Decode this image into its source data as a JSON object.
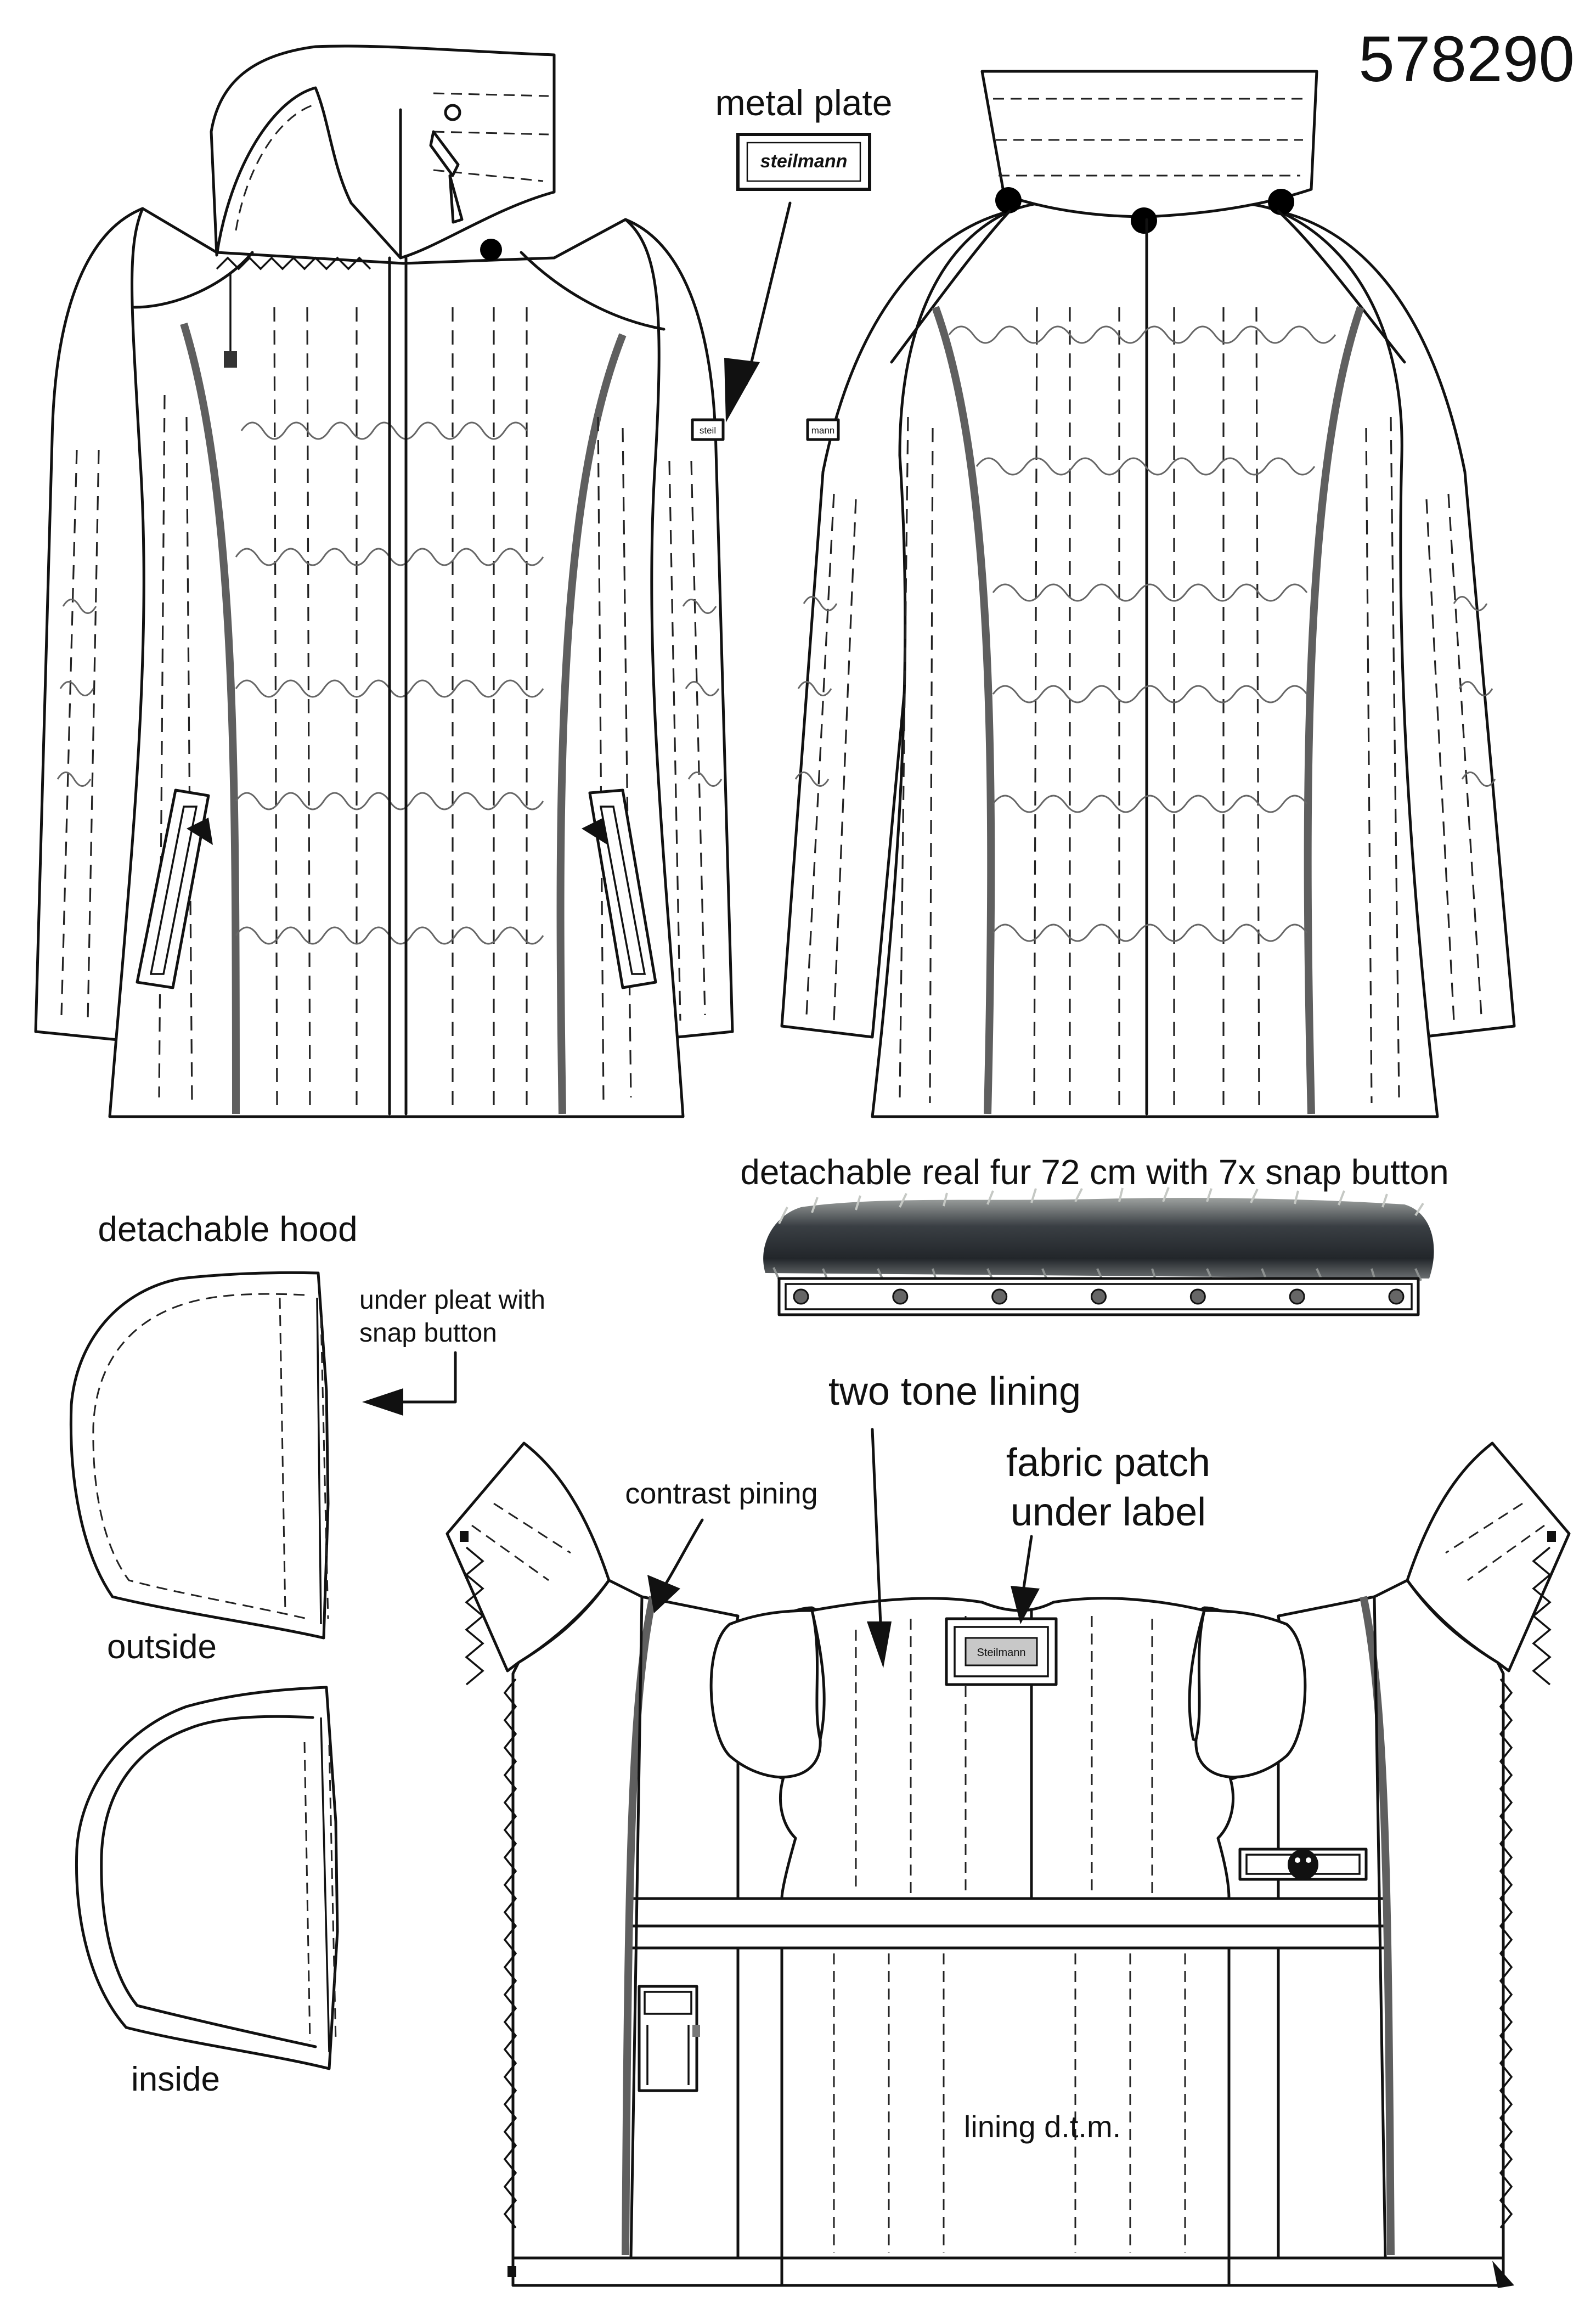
{
  "header": {
    "article_number": "578290"
  },
  "callouts": {
    "metal_plate": "metal plate",
    "metal_plate_logo": "steilmann",
    "sleeve_badge_front": "steil",
    "sleeve_badge_back": "mann",
    "detachable_fur": "detachable real fur 72 cm with 7x snap button",
    "detachable_hood": "detachable hood",
    "under_pleat_line1": "under pleat with",
    "under_pleat_line2": "snap button",
    "hood_outside": "outside",
    "hood_inside": "inside",
    "two_tone_lining": "two tone lining",
    "contrast_piping": "contrast pining",
    "fabric_patch_line1": "fabric patch",
    "fabric_patch_line2": "under label",
    "inner_label": "Steilmann",
    "lining": "lining d.t.m."
  },
  "colors": {
    "line": "#111111",
    "piping": "#5f5f5f",
    "lining_contrast": "#c8c8c8",
    "fur_dark": "#2a2e33",
    "fur_tip": "#b9bcb8"
  },
  "fur_trim": {
    "snap_buttons": 7
  }
}
